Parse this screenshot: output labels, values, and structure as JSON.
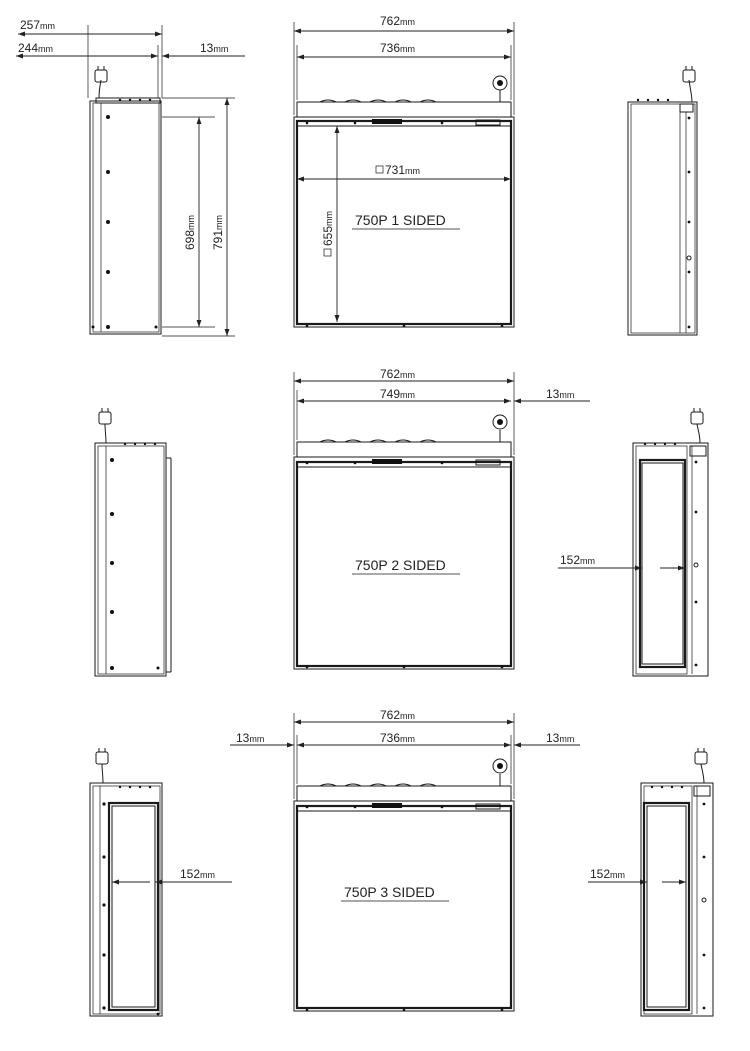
{
  "views": {
    "one_sided": {
      "title": "750P 1 SIDED"
    },
    "two_sided": {
      "title": "750P 2 SIDED"
    },
    "three_sided": {
      "title": "750P 3 SIDED"
    }
  },
  "dimensions": {
    "d257": {
      "value": "257",
      "unit": "mm"
    },
    "d244": {
      "value": "244",
      "unit": "mm"
    },
    "d13a": {
      "value": "13",
      "unit": "mm"
    },
    "d762a": {
      "value": "762",
      "unit": "mm"
    },
    "d736a": {
      "value": "736",
      "unit": "mm"
    },
    "d731": {
      "value": "731",
      "unit": "mm"
    },
    "d655": {
      "value": "655",
      "unit": "mm"
    },
    "d698": {
      "value": "698",
      "unit": "mm"
    },
    "d791": {
      "value": "791",
      "unit": "mm"
    },
    "d762b": {
      "value": "762",
      "unit": "mm"
    },
    "d749": {
      "value": "749",
      "unit": "mm"
    },
    "d13b": {
      "value": "13",
      "unit": "mm"
    },
    "d152a": {
      "value": "152",
      "unit": "mm"
    },
    "d762c": {
      "value": "762",
      "unit": "mm"
    },
    "d736b": {
      "value": "736",
      "unit": "mm"
    },
    "d13c": {
      "value": "13",
      "unit": "mm"
    },
    "d13d": {
      "value": "13",
      "unit": "mm"
    },
    "d152b": {
      "value": "152",
      "unit": "mm"
    },
    "d152c": {
      "value": "152",
      "unit": "mm"
    }
  }
}
